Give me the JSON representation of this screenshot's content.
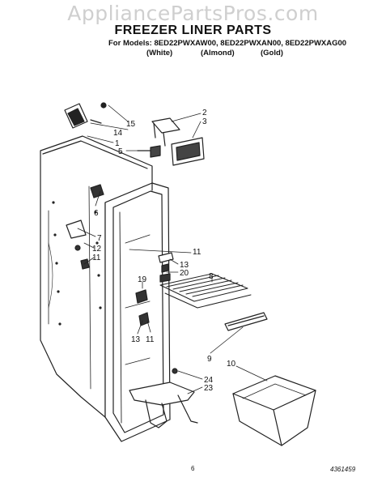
{
  "watermark": "AppliancePartsPros.com",
  "title": "FREEZER LINER PARTS",
  "models_line": "For Models: 8ED22PWXAW00, 8ED22PWXAN00, 8ED22PWXAG00",
  "variants": [
    "(White)",
    "(Almond)",
    "(Gold)"
  ],
  "callouts": [
    "15",
    "14",
    "1",
    "2",
    "3",
    "5",
    "6",
    "7",
    "12",
    "11",
    "11",
    "13",
    "20",
    "8",
    "19",
    "13",
    "11",
    "9",
    "10",
    "24",
    "23"
  ],
  "page_number": "6",
  "figure_number": "4361459"
}
